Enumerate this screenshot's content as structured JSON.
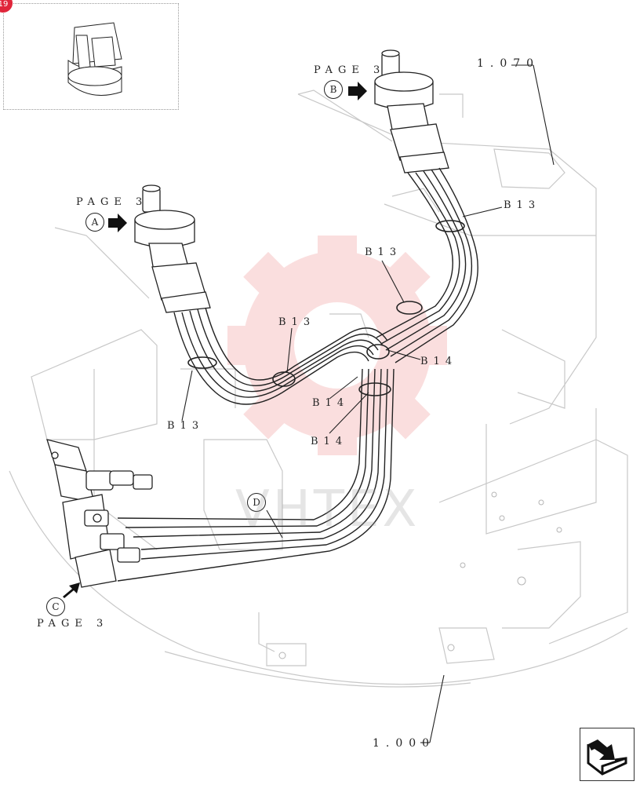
{
  "thumbnail": {
    "badge": "19"
  },
  "labels": {
    "page_a": "PAGE 3",
    "page_b": "PAGE 3",
    "page_c": "PAGE 3",
    "circle_a": "A",
    "circle_b": "B",
    "circle_c": "C",
    "circle_d": "D",
    "b13_top_right": "B13",
    "b13_mid": "B13",
    "b13_center": "B13",
    "b13_left": "B13",
    "b14_right": "B14",
    "b14_center": "B14",
    "b14_lower": "B14",
    "ref_top": "1.070",
    "ref_bottom": "1.000"
  },
  "watermark": "VHTEX",
  "icons": [
    "arrow-right-icon",
    "next-page-arrow-icon",
    "gear-logo-icon"
  ]
}
